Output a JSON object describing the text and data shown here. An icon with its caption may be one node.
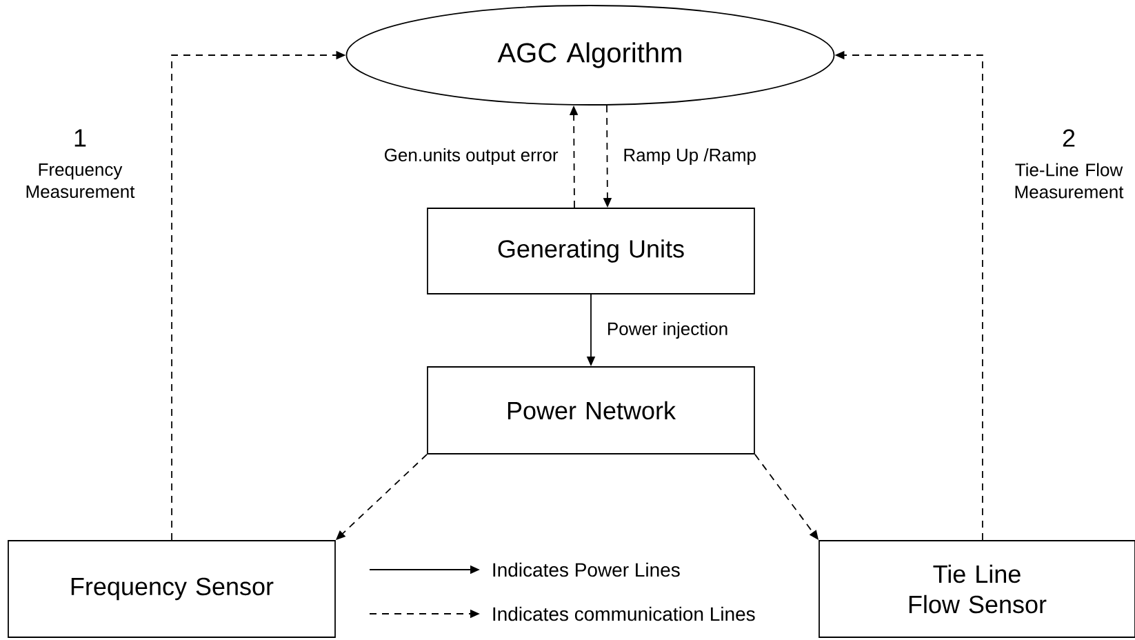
{
  "diagram": {
    "nodes": [
      {
        "text": [
          "AGC Algorithm"
        ]
      },
      {
        "text": [
          "Generating Units"
        ]
      },
      {
        "text": [
          "Power Network"
        ]
      },
      {
        "text": [
          "Frequency Sensor"
        ]
      },
      {
        "text": [
          "Tie Line Flow Sensor"
        ]
      }
    ],
    "edges": [
      {
        "from": 3,
        "to": 0,
        "arrow": "to",
        "style": "dashed"
      },
      {
        "from": 4,
        "to": 0,
        "arrow": "to",
        "style": "dashed"
      },
      {
        "from": 1,
        "to": 0,
        "arrow": "to",
        "style": "dashed",
        "label": "Gen.units output error"
      },
      {
        "from": 0,
        "to": 1,
        "arrow": "to",
        "style": "dashed",
        "label": "Ramp Up /Ramp"
      },
      {
        "from": 1,
        "to": 2,
        "arrow": "to",
        "label": "Power injection"
      },
      {
        "from": 2,
        "to": 3,
        "arrow": "to",
        "style": "dashed"
      },
      {
        "from": 2,
        "to": 4,
        "arrow": "to",
        "style": "dashed"
      }
    ],
    "labels": [
      "1",
      "Frequency Measurement",
      "2",
      "Tie-Line Flow Measurement"
    ],
    "legend": [
      {
        "text": "Indicates Power Lines"
      },
      {
        "text": "Indicates communication Lines"
      }
    ]
  }
}
